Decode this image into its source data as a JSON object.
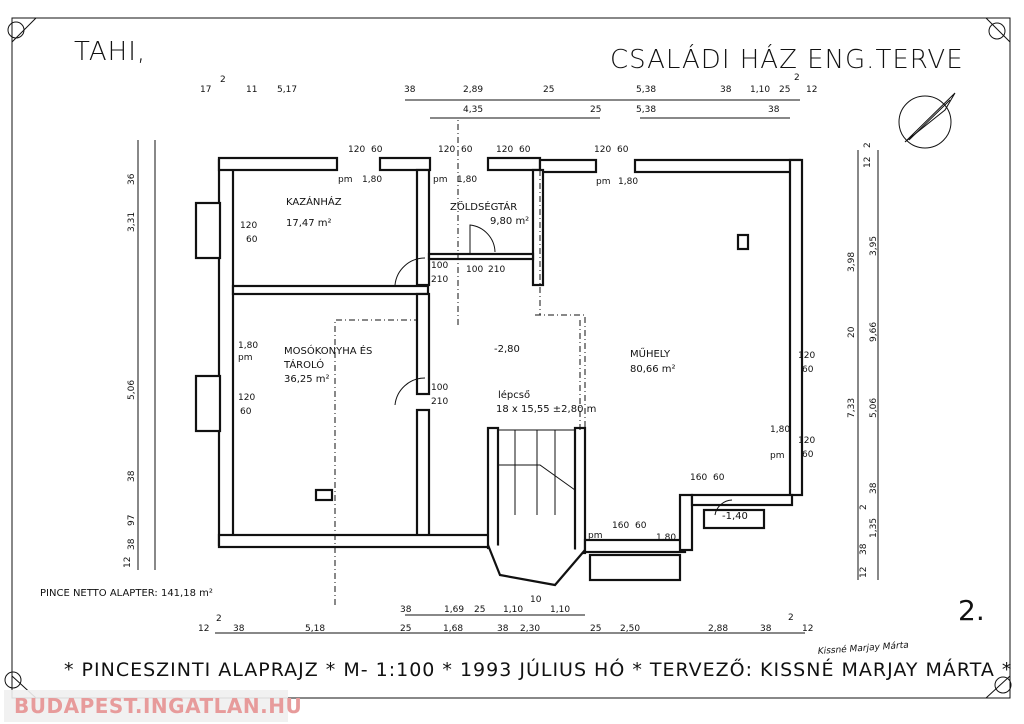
{
  "header": {
    "place": "TAHI,",
    "title": "CSALÁDI HÁZ ENG.TERVE"
  },
  "rooms": {
    "kazanhaz": {
      "name": "KAZÁNHÁZ",
      "area": "17,47 m²"
    },
    "zoldsegtar": {
      "name": "ZÖLDSÉGTÁR",
      "area": "9,80 m²"
    },
    "mosokonyha": {
      "name": "MOSÓKONYHA ÉS",
      "name2": "TÁROLÓ",
      "area": "36,25 m²"
    },
    "lepcso": {
      "name": "lépcső",
      "spec": "18 x 15,55 ±2,80 m"
    },
    "muhely": {
      "name": "MŰHELY",
      "area": "80,66 m²"
    }
  },
  "levels": {
    "main": "-2,80",
    "entry": "-1,40"
  },
  "openings": {
    "pm": "pm",
    "sill": "1,80",
    "w_width": "120",
    "w_height": "60",
    "d_width": "100",
    "d_height": "210",
    "d_width2": "160"
  },
  "dims_top": {
    "a": "17",
    "b": "2",
    "c": "11",
    "d": "5,17",
    "e": "38",
    "f": "2,89",
    "g": "25",
    "h": "4,35",
    "i": "25",
    "j": "5,38",
    "k": "5,38",
    "l": "38",
    "m": "1,10",
    "n": "25",
    "o": "2",
    "p": "12",
    "q": "38"
  },
  "dims_right": {
    "a": "12",
    "b": "2",
    "c": "3,98",
    "d": "3,95",
    "e": "20",
    "f": "9,66",
    "g": "7,33",
    "h": "5,06",
    "i": "38",
    "j": "1,35",
    "k": "2",
    "l": "38",
    "m": "12"
  },
  "dims_left": {
    "a": "36",
    "b": "3,31",
    "c": "5,06",
    "d": "38",
    "e": "97",
    "f": "12",
    "g": "38"
  },
  "dims_bottom_1": {
    "a": "38",
    "b": "1,69",
    "c": "25",
    "d": "1,10",
    "e": "10",
    "f": "1,10"
  },
  "dims_bottom_2": {
    "a": "12",
    "b": "2",
    "c": "38",
    "d": "5,18",
    "e": "25",
    "f": "1,68",
    "g": "38",
    "h": "2,30",
    "i": "25",
    "j": "2,50",
    "k": "2,88",
    "l": "38",
    "m": "2",
    "n": "12"
  },
  "net_area": "PINCE NETTO ALAPTER: 141,18 m²",
  "sheet_number": "2.",
  "footer": "* PINCESZINTI ALAPRAJZ * M- 1:100 * 1993 JÚLIUS HÓ * TERVEZŐ: KISSNÉ MARJAY MÁRTA *",
  "signature": "Kissné Marjay Márta",
  "watermark": "BUDAPEST.INGATLAN.HU"
}
